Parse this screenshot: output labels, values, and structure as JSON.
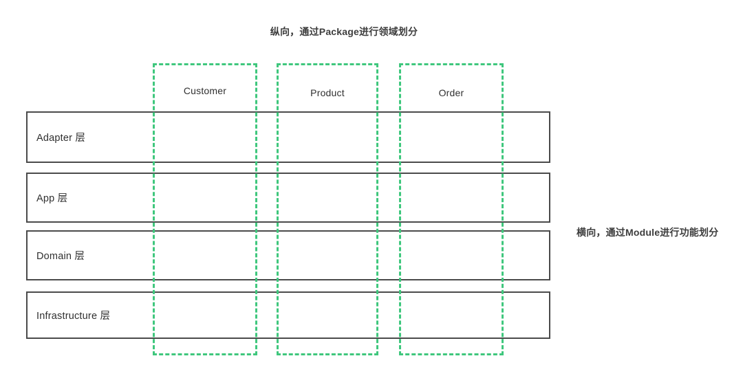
{
  "diagram": {
    "title": "纵向，通过Package进行领域划分",
    "side_caption": "横向，通过Module进行功能划分",
    "accent_color_green": "#3fc77d",
    "border_color_gray": "#4a4a4a",
    "text_color": "#2f2f2f",
    "background_color": "#ffffff"
  },
  "layers": [
    {
      "label": "Adapter 层"
    },
    {
      "label": "App 层"
    },
    {
      "label": "Domain 层"
    },
    {
      "label": "Infrastructure 层"
    }
  ],
  "domains": [
    {
      "label": "Customer"
    },
    {
      "label": "Product"
    },
    {
      "label": "Order"
    }
  ]
}
